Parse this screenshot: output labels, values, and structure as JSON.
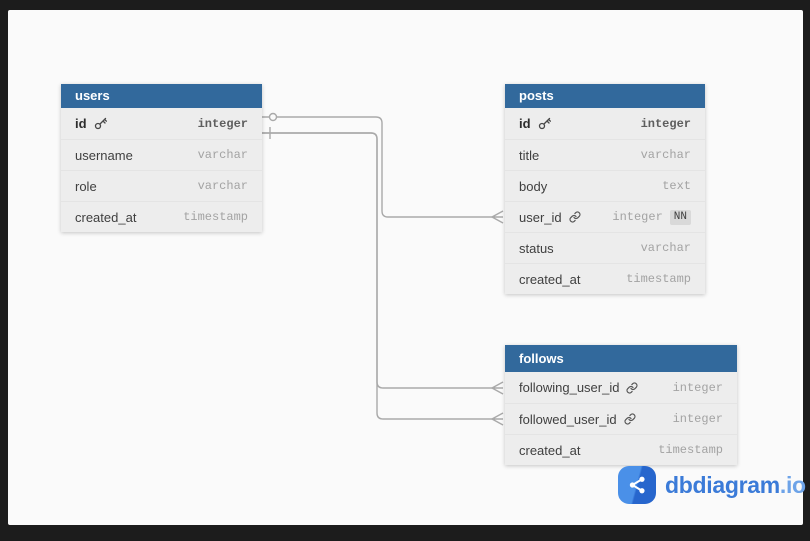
{
  "app": {
    "canvas_background": "#fafafa",
    "frame_background": "#1c1c1c"
  },
  "theme": {
    "table_header_color": "#32699c",
    "table_row_background": "#ededed",
    "relationship_line_color": "#a9a9a9",
    "nn_badge_background": "#d9d9d9"
  },
  "tables": [
    {
      "name": "users",
      "columns": [
        {
          "name": "id",
          "type": "integer",
          "pk": true,
          "icon": "key-icon"
        },
        {
          "name": "username",
          "type": "varchar"
        },
        {
          "name": "role",
          "type": "varchar"
        },
        {
          "name": "created_at",
          "type": "timestamp"
        }
      ]
    },
    {
      "name": "posts",
      "columns": [
        {
          "name": "id",
          "type": "integer",
          "pk": true,
          "icon": "key-icon"
        },
        {
          "name": "title",
          "type": "varchar"
        },
        {
          "name": "body",
          "type": "text"
        },
        {
          "name": "user_id",
          "type": "integer",
          "fk": true,
          "icon": "link-icon",
          "badge": "NN"
        },
        {
          "name": "status",
          "type": "varchar"
        },
        {
          "name": "created_at",
          "type": "timestamp"
        }
      ]
    },
    {
      "name": "follows",
      "columns": [
        {
          "name": "following_user_id",
          "type": "integer",
          "fk": true,
          "icon": "link-icon"
        },
        {
          "name": "followed_user_id",
          "type": "integer",
          "fk": true,
          "icon": "link-icon"
        },
        {
          "name": "created_at",
          "type": "timestamp"
        }
      ]
    }
  ],
  "relationships": [
    {
      "from": "users.id",
      "to": "posts.user_id",
      "from_marker": "zero-or-one-circle",
      "to_marker": "crow-foot-many"
    },
    {
      "from": "users.id",
      "to": "follows.following_user_id",
      "from_marker": "one-tick",
      "to_marker": "crow-foot-many"
    },
    {
      "from": "users.id",
      "to": "follows.followed_user_id",
      "from_marker": "one-tick",
      "to_marker": "crow-foot-many"
    }
  ],
  "branding": {
    "name": "dbdiagram",
    "tld": ".io",
    "icon": "share-network-icon",
    "name_color": "#3b7bd8",
    "tld_color": "#6da3e8"
  }
}
